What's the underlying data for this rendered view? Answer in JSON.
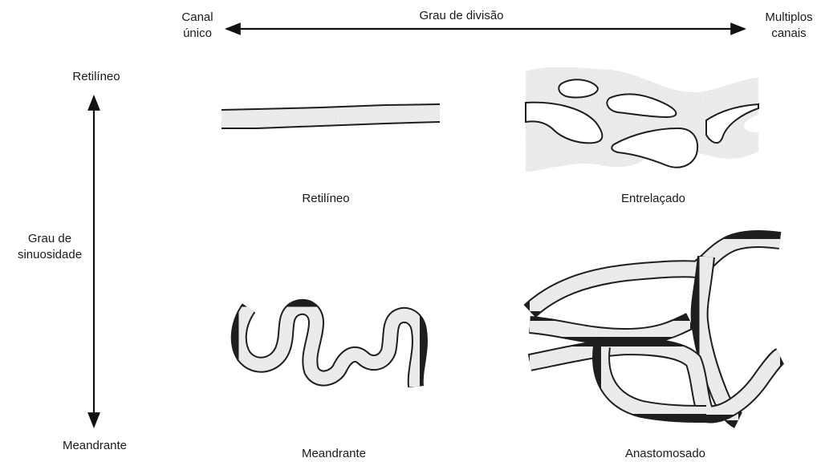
{
  "top_axis": {
    "left_line1": "Canal",
    "left_line2": "único",
    "title": "Grau de divisão",
    "right_line1": "Multiplos",
    "right_line2": "canais"
  },
  "left_axis": {
    "top": "Retilíneo",
    "title_line1": "Grau de",
    "title_line2": "sinuosidade",
    "bottom": "Meandrante"
  },
  "patterns": {
    "straight": "Retilíneo",
    "braided": "Entrelaçado",
    "meandering": "Meandrante",
    "anastomosing": "Anastomosado"
  },
  "colors": {
    "channel_fill": "#d6d6d6",
    "outline": "#1e1e1e"
  }
}
